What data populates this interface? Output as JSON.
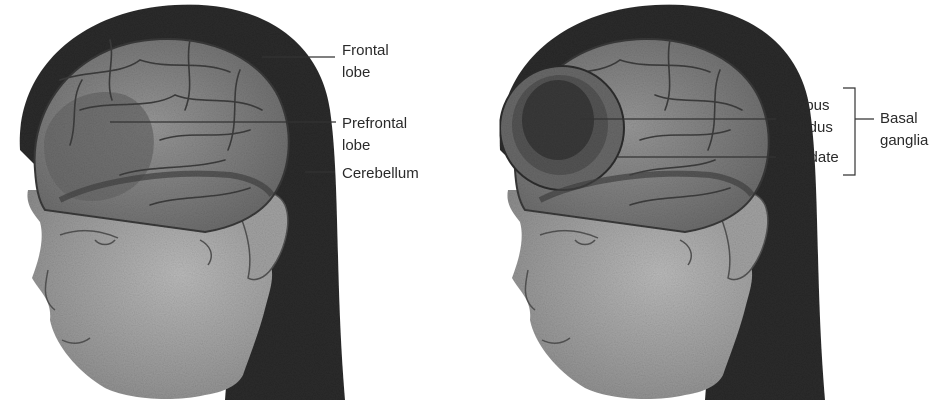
{
  "left_panel": {
    "labels": {
      "frontal_line1": "Frontal",
      "frontal_line2": "lobe",
      "prefrontal_line1": "Prefrontal",
      "prefrontal_line2": "lobe",
      "cerebellum": "Cerebellum"
    }
  },
  "right_panel": {
    "labels": {
      "globus_line1": "Globus",
      "globus_line2": "pallidus",
      "caudate": "Caudate",
      "basal_line1": "Basal",
      "basal_line2": "ganglia"
    }
  },
  "colors": {
    "skin": "#a8a8a8",
    "hair": "#2c2c2c",
    "brain": "#8c8c8c",
    "globus_pallidus": "#3a3a3a",
    "caudate_ring": "#6a6a6a"
  }
}
